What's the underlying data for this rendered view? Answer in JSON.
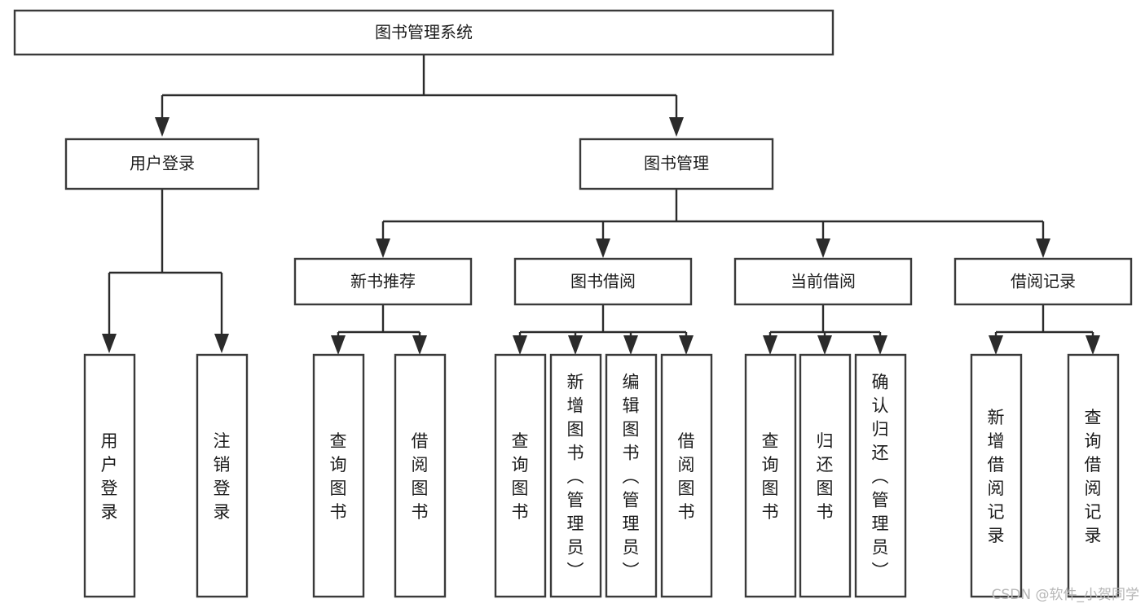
{
  "diagram": {
    "title": "图书管理系统",
    "type": "tree",
    "orientation": "top-down",
    "watermark": "CSDN @软件_小贺同学",
    "colors": {
      "box_stroke": "#3a3a3a",
      "box_fill": "#ffffff",
      "connector": "#2b2b2b",
      "text": "#1b1b1b",
      "watermark": "#b6b6b6",
      "background": "#ffffff"
    },
    "nodes": {
      "root": {
        "label": "图书管理系统",
        "level": 0,
        "orientation": "horizontal"
      },
      "l1": [
        {
          "id": "user-login",
          "label": "用户登录",
          "orientation": "horizontal"
        },
        {
          "id": "book-manage",
          "label": "图书管理",
          "orientation": "horizontal"
        }
      ],
      "l2": [
        {
          "id": "new-book-recommend",
          "label": "新书推荐",
          "parent": "book-manage",
          "orientation": "horizontal"
        },
        {
          "id": "book-borrow",
          "label": "图书借阅",
          "parent": "book-manage",
          "orientation": "horizontal"
        },
        {
          "id": "current-borrow",
          "label": "当前借阅",
          "parent": "book-manage",
          "orientation": "horizontal"
        },
        {
          "id": "borrow-record",
          "label": "借阅记录",
          "parent": "book-manage",
          "orientation": "horizontal"
        }
      ],
      "leaves": [
        {
          "id": "leaf-user-login",
          "label": "用户登录",
          "parent": "user-login",
          "orientation": "vertical"
        },
        {
          "id": "leaf-user-logout",
          "label": "注销登录",
          "parent": "user-login",
          "orientation": "vertical"
        },
        {
          "id": "leaf-query-book-1",
          "label": "查询图书",
          "parent": "new-book-recommend",
          "orientation": "vertical"
        },
        {
          "id": "leaf-borrow-book-1",
          "label": "借阅图书",
          "parent": "new-book-recommend",
          "orientation": "vertical"
        },
        {
          "id": "leaf-query-book-2",
          "label": "查询图书",
          "parent": "book-borrow",
          "orientation": "vertical"
        },
        {
          "id": "leaf-add-book",
          "label": "新增图书（管理员）",
          "parent": "book-borrow",
          "orientation": "vertical"
        },
        {
          "id": "leaf-edit-book",
          "label": "编辑图书（管理员）",
          "parent": "book-borrow",
          "orientation": "vertical"
        },
        {
          "id": "leaf-borrow-book-2",
          "label": "借阅图书",
          "parent": "book-borrow",
          "orientation": "vertical"
        },
        {
          "id": "leaf-query-book-3",
          "label": "查询图书",
          "parent": "current-borrow",
          "orientation": "vertical"
        },
        {
          "id": "leaf-return-book",
          "label": "归还图书",
          "parent": "current-borrow",
          "orientation": "vertical"
        },
        {
          "id": "leaf-confirm-return",
          "label": "确认归还（管理员）",
          "parent": "current-borrow",
          "orientation": "vertical"
        },
        {
          "id": "leaf-add-record",
          "label": "新增借阅记录",
          "parent": "borrow-record",
          "orientation": "vertical"
        },
        {
          "id": "leaf-query-record",
          "label": "查询借阅记录",
          "parent": "borrow-record",
          "orientation": "vertical"
        }
      ]
    }
  }
}
